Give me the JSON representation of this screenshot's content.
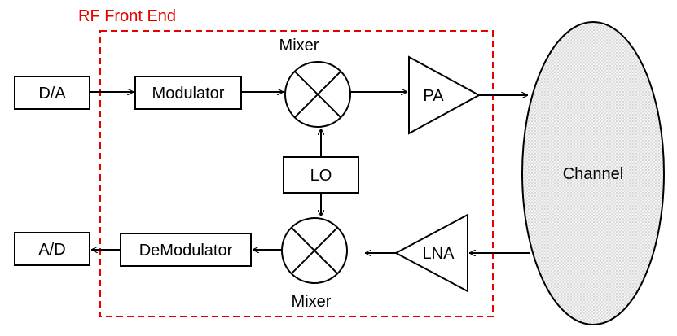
{
  "diagram": {
    "frame_label": "RF Front End",
    "blocks": {
      "da": "D/A",
      "modulator": "Modulator",
      "mixer_top": "Mixer",
      "pa": "PA",
      "lo": "LO",
      "channel": "Channel",
      "ad": "A/D",
      "demodulator": "DeModulator",
      "mixer_bottom": "Mixer",
      "lna": "LNA"
    },
    "colors": {
      "frame": "#e60000",
      "stroke": "#000000",
      "channel_fill": "#eeeeee"
    }
  }
}
